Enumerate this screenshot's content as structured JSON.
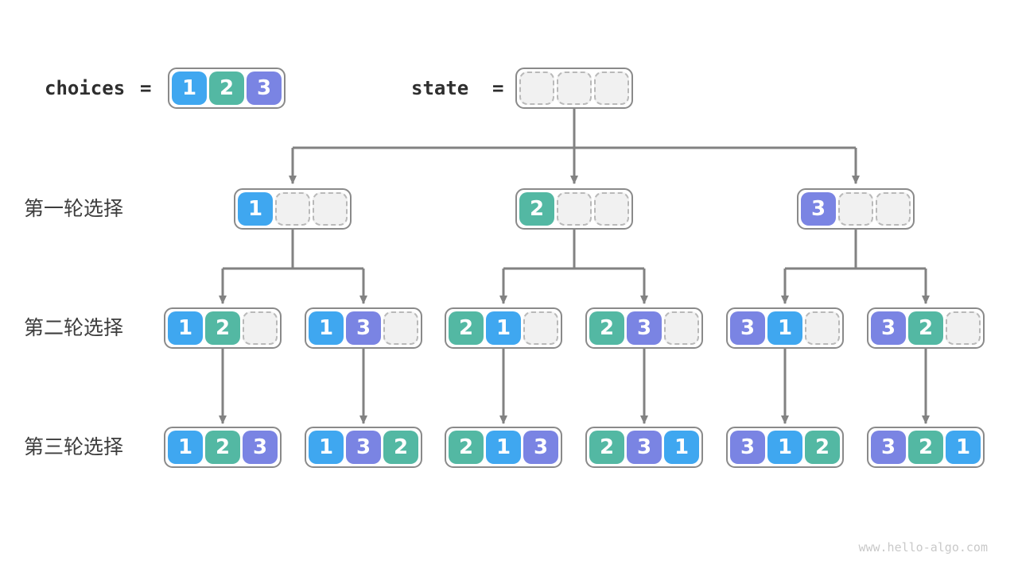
{
  "header": {
    "choices_label": "choices",
    "equals": "=",
    "state_label": "state",
    "choices": [
      "1",
      "2",
      "3"
    ],
    "state": [
      "",
      "",
      ""
    ]
  },
  "rounds": [
    {
      "label": "第一轮选择",
      "nodes": [
        [
          "1",
          "",
          ""
        ],
        [
          "2",
          "",
          ""
        ],
        [
          "3",
          "",
          ""
        ]
      ]
    },
    {
      "label": "第二轮选择",
      "nodes": [
        [
          "1",
          "2",
          ""
        ],
        [
          "1",
          "3",
          ""
        ],
        [
          "2",
          "1",
          ""
        ],
        [
          "2",
          "3",
          ""
        ],
        [
          "3",
          "1",
          ""
        ],
        [
          "3",
          "2",
          ""
        ]
      ]
    },
    {
      "label": "第三轮选择",
      "nodes": [
        [
          "1",
          "2",
          "3"
        ],
        [
          "1",
          "3",
          "2"
        ],
        [
          "2",
          "1",
          "3"
        ],
        [
          "2",
          "3",
          "1"
        ],
        [
          "3",
          "1",
          "2"
        ],
        [
          "3",
          "2",
          "1"
        ]
      ]
    }
  ],
  "colors": {
    "1": "#3fa7f0",
    "2": "#53b8a3",
    "3": "#7a84e3",
    "arrow": "#828282",
    "empty_fill": "#f1f1f1",
    "empty_border": "#b9b9b9",
    "node_border": "#8a8a8a",
    "label_text": "#3d3d3d",
    "watermark_text": "#c9c9c9"
  },
  "watermark": "www.hello-algo.com"
}
